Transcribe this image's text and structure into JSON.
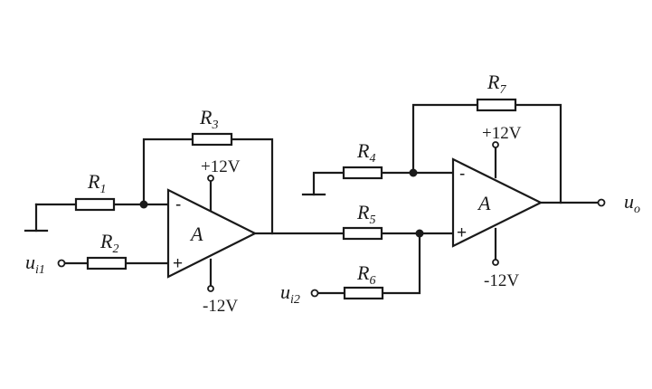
{
  "components": {
    "r1": {
      "name": "R",
      "sub": "1"
    },
    "r2": {
      "name": "R",
      "sub": "2"
    },
    "r3": {
      "name": "R",
      "sub": "3"
    },
    "r4": {
      "name": "R",
      "sub": "4"
    },
    "r5": {
      "name": "R",
      "sub": "5"
    },
    "r6": {
      "name": "R",
      "sub": "6"
    },
    "r7": {
      "name": "R",
      "sub": "7"
    }
  },
  "opamp1": {
    "label": "A",
    "minus": "-",
    "plus": "+",
    "vpos": "+12V",
    "vneg": "-12V"
  },
  "opamp2": {
    "label": "A",
    "minus": "-",
    "plus": "+",
    "vpos": "+12V",
    "vneg": "-12V"
  },
  "inputs": {
    "ui1": {
      "name": "u",
      "sub": "i1"
    },
    "ui2": {
      "name": "u",
      "sub": "i2"
    }
  },
  "output": {
    "name": "u",
    "sub": "o"
  },
  "colors": {
    "ink": "#1a1a1a",
    "background": "#ffffff"
  }
}
